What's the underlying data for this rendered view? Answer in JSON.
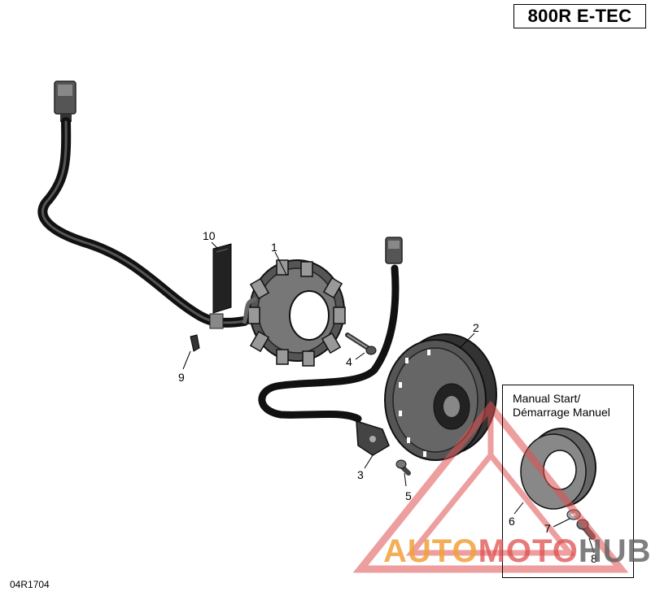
{
  "diagram": {
    "model_label": "800R E-TEC",
    "reference_code": "04R1704",
    "inset": {
      "title_line1": "Manual Start/",
      "title_line2": "Démarrage Manuel"
    },
    "callouts": [
      {
        "id": "1",
        "text": "1"
      },
      {
        "id": "2",
        "text": "2"
      },
      {
        "id": "3",
        "text": "3"
      },
      {
        "id": "4",
        "text": "4"
      },
      {
        "id": "5",
        "text": "5"
      },
      {
        "id": "6",
        "text": "6"
      },
      {
        "id": "7",
        "text": "7"
      },
      {
        "id": "8",
        "text": "8"
      },
      {
        "id": "9",
        "text": "9"
      },
      {
        "id": "10",
        "text": "10"
      }
    ],
    "watermark": {
      "part1": "AUTO",
      "part2": "MOTO",
      "part3": "HUB",
      "color_orange": "#f0a23a",
      "color_red": "#e05050",
      "color_gray": "#606060"
    }
  }
}
